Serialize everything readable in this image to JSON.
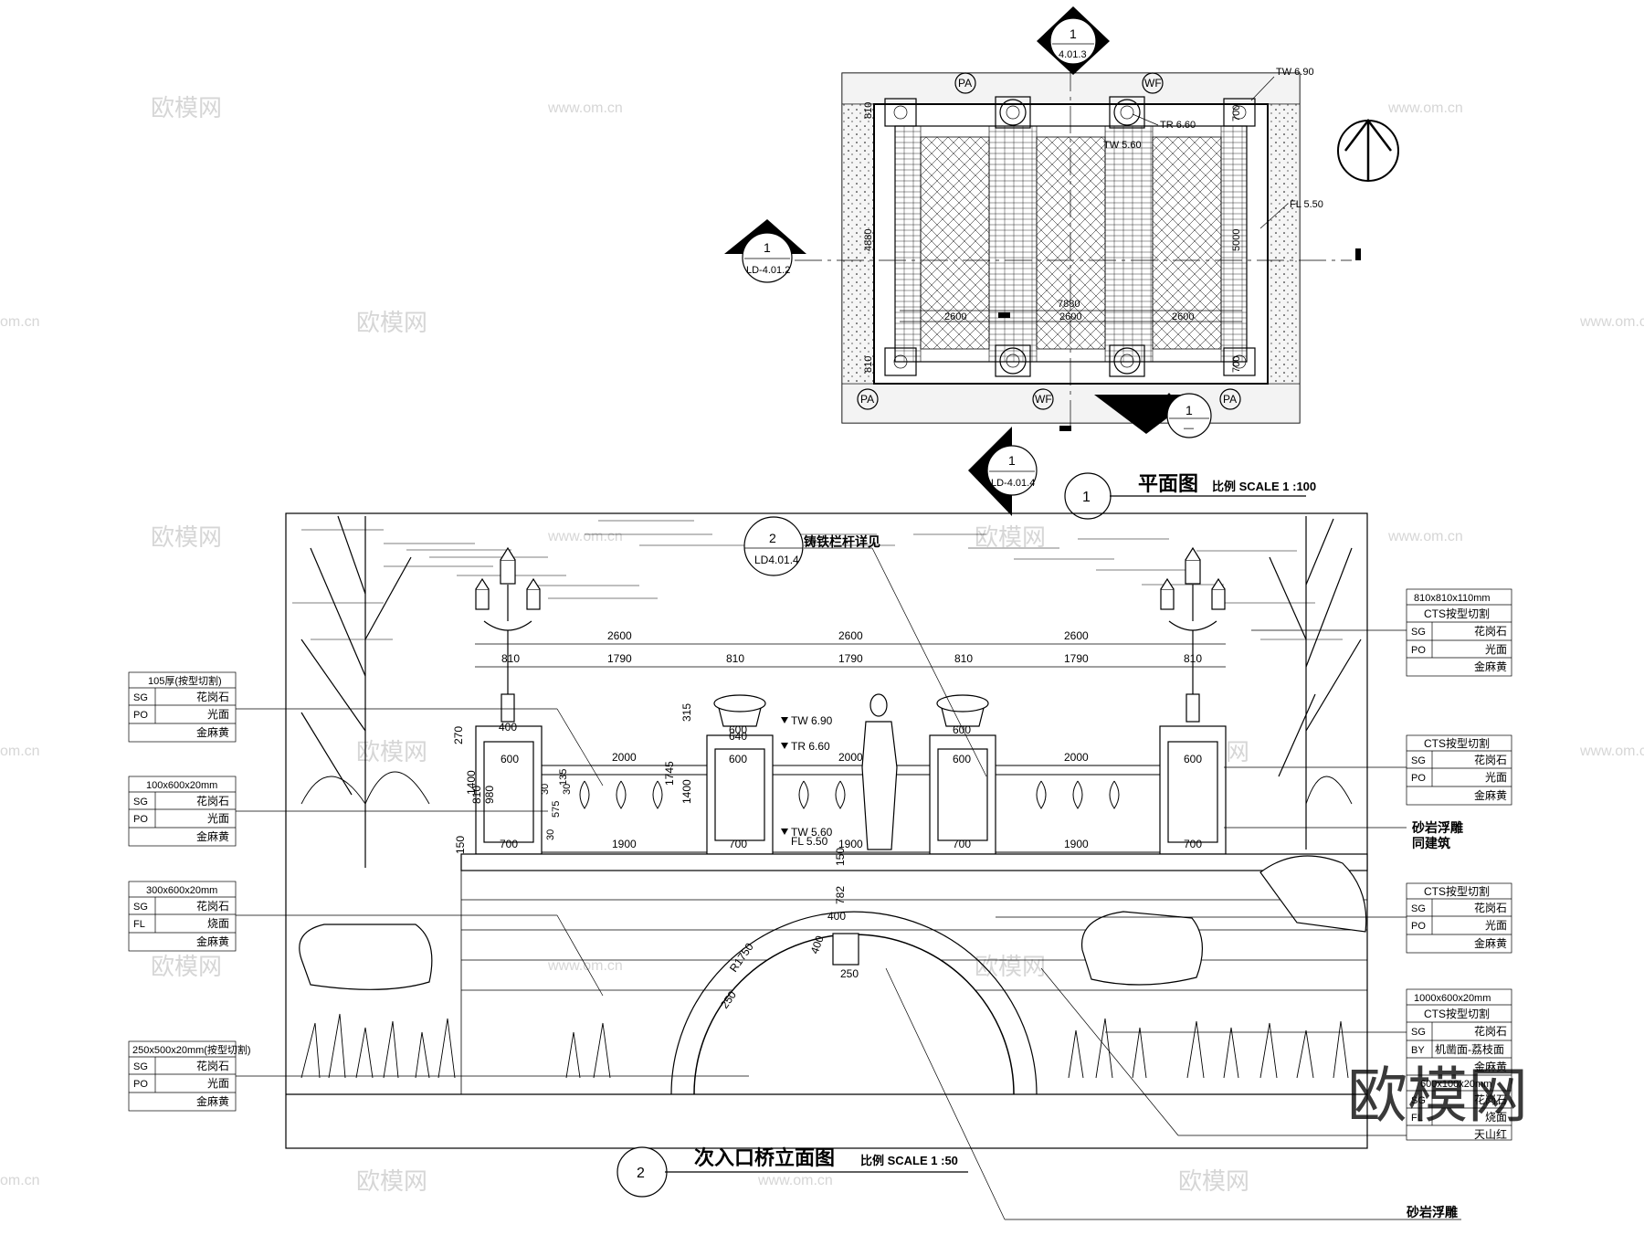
{
  "plan": {
    "title": "平面图",
    "scale": "比例 SCALE 1 :100",
    "callout_number": "1",
    "section_top": {
      "num": "1",
      "ref": "4.01.3"
    },
    "section_left": {
      "num": "1",
      "ref": "LD-4.01.2"
    },
    "section_bottom": {
      "num": "1",
      "ref": "—"
    },
    "section_below": {
      "num": "1",
      "ref": "LD-4.01.4"
    },
    "tags": [
      "PA",
      "WF",
      "PA",
      "WF",
      "PA"
    ],
    "levels": {
      "tw_top": "TW 6.90",
      "tr": "TR 6.60",
      "tw": "TW 5.60",
      "fl": "FL 5.50"
    },
    "dims": {
      "top_left": "810",
      "left_mid": "4880",
      "bottom_left": "810",
      "right_top": "700",
      "right_mid": "5000",
      "right_bottom": "700",
      "overall": "7880",
      "span1": "2600",
      "span2": "2600",
      "span3": "2600"
    }
  },
  "elevation": {
    "title": "次入口桥立面图",
    "scale": "比例 SCALE 1 :50",
    "callout_number": "2",
    "detail_ref": {
      "num": "2",
      "ref": "LD4.01.4",
      "note": "铸铁栏杆详见"
    },
    "top_dims": [
      "2600",
      "2600",
      "2600"
    ],
    "sub_dims": [
      "810",
      "1790",
      "810",
      "1790",
      "810",
      "1790",
      "810"
    ],
    "pier_dims": [
      "400",
      "600",
      "600",
      "600",
      "600"
    ],
    "rail_dims": [
      "2000",
      "2000",
      "2000"
    ],
    "base_dims": [
      "700",
      "1900",
      "700",
      "1900",
      "700",
      "1900",
      "700"
    ],
    "vert_dims": [
      "270",
      "1400",
      "980",
      "810",
      "150",
      "315",
      "1745",
      "1400",
      "640"
    ],
    "small_dims": [
      "30",
      "575",
      "30",
      "30",
      "135"
    ],
    "levels": {
      "tw": "TW 6.90",
      "tr": "TR 6.60",
      "tw2": "TW 5.60",
      "fl": "FL 5.50"
    },
    "arch": {
      "radius": "R1750",
      "d250a": "250",
      "d400": "400",
      "d250b": "250",
      "d400v": "400",
      "d782": "782",
      "d150": "150"
    },
    "bottom_note": "砂岩浮雕"
  },
  "left_legends": [
    {
      "header": "105厚(按型切割)",
      "rows": [
        [
          "SG",
          "花岗石"
        ],
        [
          "PO",
          "光面"
        ],
        [
          "",
          "金麻黄"
        ]
      ]
    },
    {
      "header": "100x600x20mm",
      "rows": [
        [
          "SG",
          "花岗石"
        ],
        [
          "PO",
          "光面"
        ],
        [
          "",
          "金麻黄"
        ]
      ]
    },
    {
      "header": "300x600x20mm",
      "rows": [
        [
          "SG",
          "花岗石"
        ],
        [
          "FL",
          "烧面"
        ],
        [
          "",
          "金麻黄"
        ]
      ]
    },
    {
      "header": "250x500x20mm(按型切割)",
      "rows": [
        [
          "SG",
          "花岗石"
        ],
        [
          "PO",
          "光面"
        ],
        [
          "",
          "金麻黄"
        ]
      ]
    }
  ],
  "right_legends": [
    {
      "header": "810x810x110mm",
      "rows": [
        [
          "",
          "CTS按型切割"
        ],
        [
          "SG",
          "花岗石"
        ],
        [
          "PO",
          "光面"
        ],
        [
          "",
          "金麻黄"
        ]
      ]
    },
    {
      "header": "CTS按型切割",
      "rows": [
        [
          "SG",
          "花岗石"
        ],
        [
          "PO",
          "光面"
        ],
        [
          "",
          "金麻黄"
        ]
      ]
    },
    {
      "header": "CTS按型切割",
      "rows": [
        [
          "SG",
          "花岗石"
        ],
        [
          "PO",
          "光面"
        ],
        [
          "",
          "金麻黄"
        ]
      ]
    },
    {
      "header": "1000x600x20mm",
      "rows": [
        [
          "",
          "CTS按型切割"
        ],
        [
          "SG",
          "花岗石"
        ],
        [
          "BY",
          "机凿面-荔枝面"
        ],
        [
          "",
          "金麻黄"
        ],
        [
          "",
          "600x100x20mm"
        ],
        [
          "SG",
          "花岗石"
        ],
        [
          "FL",
          "烧面"
        ],
        [
          "",
          "天山红"
        ]
      ]
    }
  ],
  "right_notes": {
    "relief1": "砂岩浮雕",
    "relief2": "同建筑"
  },
  "watermarks": {
    "brand": "欧模网",
    "url": "www.om.cn",
    "url_short": "om.cn"
  }
}
